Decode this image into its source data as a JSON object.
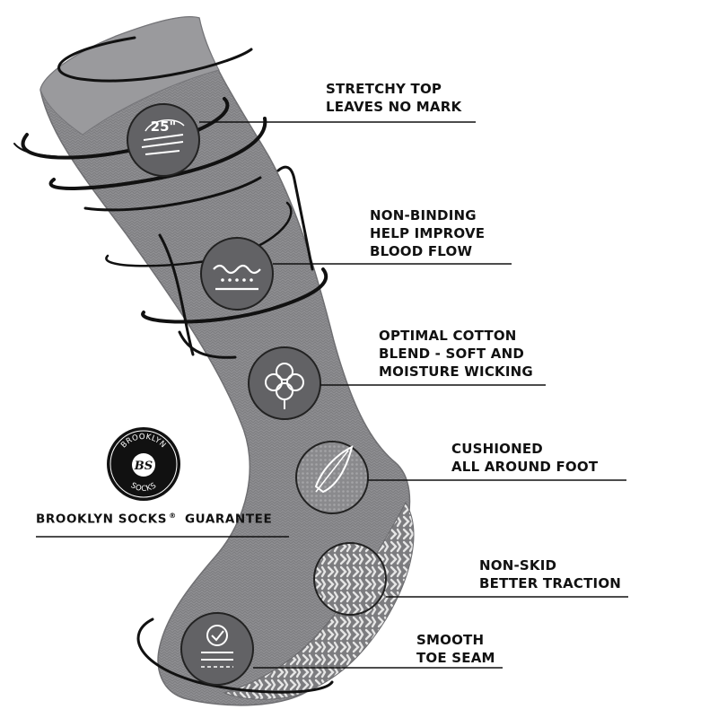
{
  "features": [
    {
      "id": "stretchy-top",
      "lines": [
        "STRETCHY TOP",
        "LEAVES NO MARK"
      ],
      "badge_icon": "stretch-25-inch-icon",
      "badge_text": "25\""
    },
    {
      "id": "non-binding",
      "lines": [
        "NON-BINDING",
        "HELP IMPROVE",
        "BLOOD FLOW"
      ],
      "badge_icon": "wave-circulation-icon"
    },
    {
      "id": "cotton-blend",
      "lines": [
        "OPTIMAL COTTON",
        "BLEND - SOFT AND",
        "MOISTURE WICKING"
      ],
      "badge_icon": "cotton-boll-icon"
    },
    {
      "id": "cushioned",
      "lines": [
        "CUSHIONED",
        "ALL AROUND FOOT"
      ],
      "badge_icon": "feather-cushion-icon"
    },
    {
      "id": "non-skid",
      "lines": [
        "NON-SKID",
        "BETTER TRACTION"
      ],
      "badge_icon": "grip-texture-icon"
    },
    {
      "id": "toe-seam",
      "lines": [
        "SMOOTH",
        "TOE SEAM"
      ],
      "badge_icon": "smooth-seam-check-icon"
    }
  ],
  "brand": {
    "logo_top_text": "BROOKLYN",
    "logo_bottom_text": "SOCKS",
    "logo_monogram": "BS",
    "guarantee_name": "BROOKLYN SOCKS",
    "guarantee_mark": "®",
    "guarantee_word": "GUARANTEE"
  },
  "colors": {
    "sock_gray": "#8e8e90",
    "sock_dark": "#6f6f72",
    "ink": "#111111",
    "badge_fill": "#5f5f62"
  }
}
